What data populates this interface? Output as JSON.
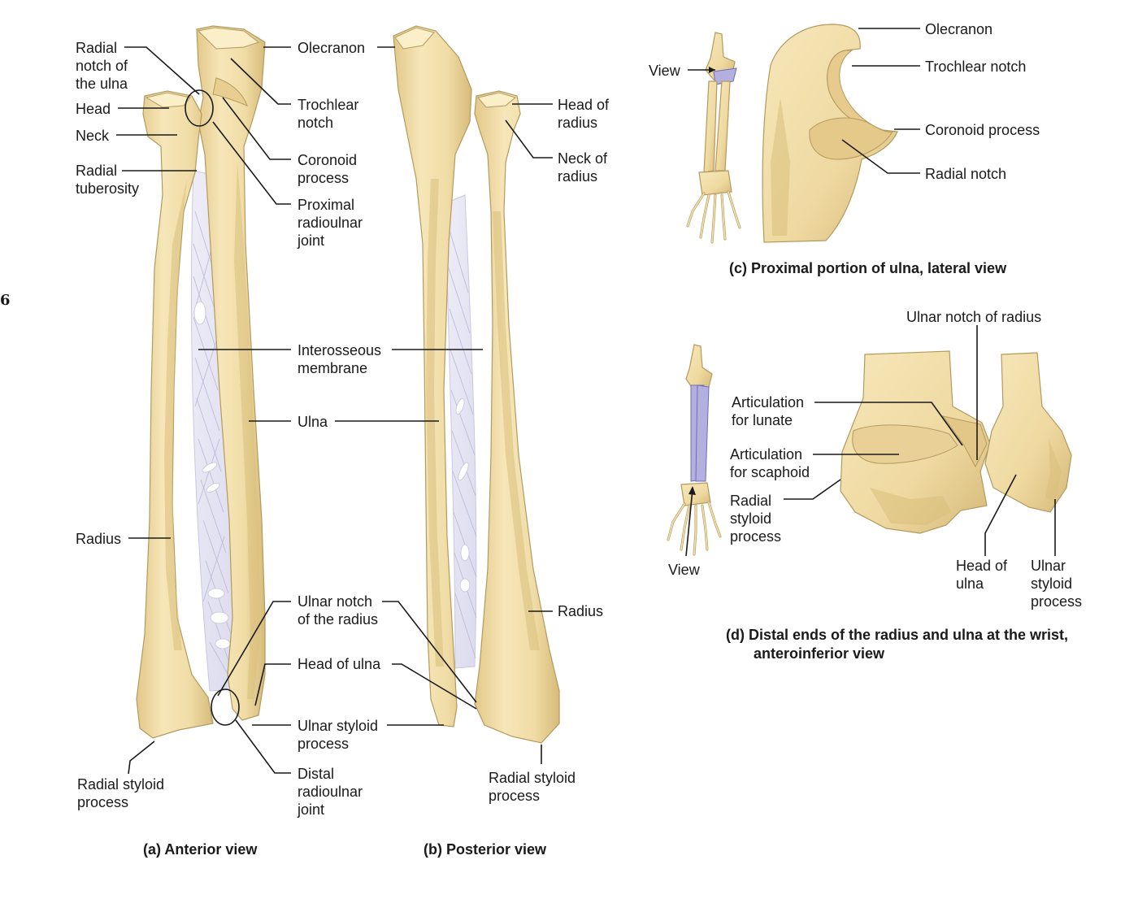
{
  "page_number": "6",
  "panel_a": {
    "caption": "(a) Anterior view",
    "labels": {
      "radial_notch_of_ulna": [
        "Radial",
        "notch of",
        "the ulna"
      ],
      "head": "Head",
      "neck": "Neck",
      "radial_tuberosity": [
        "Radial",
        "tuberosity"
      ],
      "olecranon": "Olecranon",
      "trochlear_notch": [
        "Trochlear",
        "notch"
      ],
      "coronoid_process": [
        "Coronoid",
        "process"
      ],
      "proximal_radioulnar_joint": [
        "Proximal",
        "radioulnar",
        "joint"
      ],
      "interosseous_membrane": [
        "Interosseous",
        "membrane"
      ],
      "ulna": "Ulna",
      "radius": "Radius",
      "ulnar_notch_of_radius": [
        "Ulnar notch",
        "of the radius"
      ],
      "head_of_ulna": "Head of ulna",
      "ulnar_styloid_process": [
        "Ulnar styloid",
        "process"
      ],
      "distal_radioulnar_joint": [
        "Distal",
        "radioulnar",
        "joint"
      ],
      "radial_styloid_process": [
        "Radial styloid",
        "process"
      ]
    }
  },
  "panel_b": {
    "caption": "(b) Posterior view",
    "labels": {
      "head_of_radius": [
        "Head of",
        "radius"
      ],
      "neck_of_radius": [
        "Neck of",
        "radius"
      ],
      "radius": "Radius",
      "radial_styloid_process": [
        "Radial styloid",
        "process"
      ]
    }
  },
  "panel_c": {
    "caption": "(c) Proximal portion of ulna, lateral view",
    "labels": {
      "view": "View",
      "olecranon": "Olecranon",
      "trochlear_notch": "Trochlear notch",
      "coronoid_process": "Coronoid process",
      "radial_notch": "Radial notch"
    }
  },
  "panel_d": {
    "caption": [
      "(d) Distal ends of the radius and ulna at the wrist,",
      "anteroinferior view"
    ],
    "labels": {
      "ulnar_notch_of_radius": "Ulnar notch of radius",
      "articulation_for_lunate": [
        "Articulation",
        "for lunate"
      ],
      "articulation_for_scaphoid": [
        "Articulation",
        "for scaphoid"
      ],
      "radial_styloid_process": [
        "Radial",
        "styloid",
        "process"
      ],
      "view": "View",
      "head_of_ulna": [
        "Head of",
        "ulna"
      ],
      "ulnar_styloid_process": [
        "Ulnar",
        "styloid",
        "process"
      ]
    }
  },
  "colors": {
    "bone": "#f1dca6",
    "bone_shadow": "#d9bf7c",
    "membrane": "#e4e3f2",
    "highlight": "#b3b0e0",
    "leader": "#1a1a1a"
  }
}
